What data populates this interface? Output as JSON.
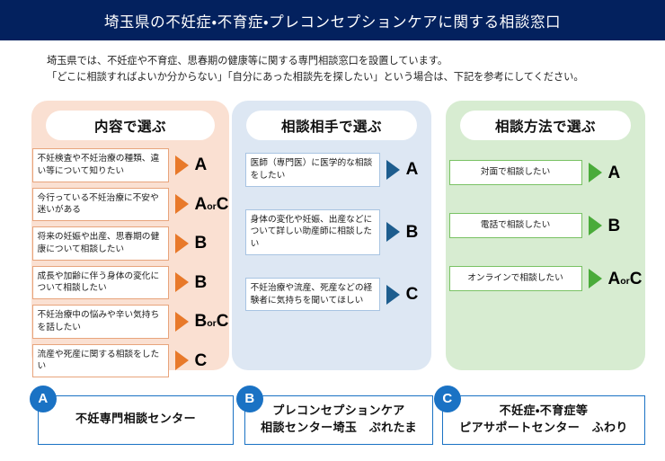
{
  "header": {
    "title": "埼玉県の不妊症・不育症・プレコンセプションケアに関する相談窓口",
    "background_color": "#03215e"
  },
  "intro": {
    "line1": "埼玉県では、不妊症や不育症、思春期の健康等に関する専門相談窓口を設置しています。",
    "line2": "「どこに相談すればよいか分からない」「自分にあった相談先を探したい」という場合は、下記を参考にしてください。"
  },
  "columns": [
    {
      "id": "content",
      "heading": "内容で選ぶ",
      "panel_color": "#fae0d2",
      "accent_color": "#e8792a",
      "border_color": "#e8a47c",
      "items": [
        {
          "text": "不妊検査や不妊治療の種類、違い等について知りたい",
          "route": "A",
          "route_main": "A",
          "route_or": "",
          "route_second": ""
        },
        {
          "text": "今行っている不妊治療に不安や迷いがある",
          "route": "AorC",
          "route_main": "A",
          "route_or": "or",
          "route_second": "C"
        },
        {
          "text": "将来の妊娠や出産、思春期の健康について相談したい",
          "route": "B",
          "route_main": "B",
          "route_or": "",
          "route_second": ""
        },
        {
          "text": "成長や加齢に伴う身体の変化について相談したい",
          "route": "B",
          "route_main": "B",
          "route_or": "",
          "route_second": ""
        },
        {
          "text": "不妊治療中の悩みや辛い気持ちを話したい",
          "route": "BorC",
          "route_main": "B",
          "route_or": "or",
          "route_second": "C"
        },
        {
          "text": "流産や死産に関する相談をしたい",
          "route": "C",
          "route_main": "C",
          "route_or": "",
          "route_second": ""
        }
      ]
    },
    {
      "id": "partner",
      "heading": "相談相手で選ぶ",
      "panel_color": "#dde7f3",
      "accent_color": "#1d5d8e",
      "border_color": "#a8c4e2",
      "items": [
        {
          "text": "医師（専門医）に医学的な相談をしたい",
          "route": "A",
          "route_main": "A",
          "route_or": "",
          "route_second": ""
        },
        {
          "text": "身体の変化や妊娠、出産などについて詳しい助産師に相談したい",
          "route": "B",
          "route_main": "B",
          "route_or": "",
          "route_second": ""
        },
        {
          "text": "不妊治療や流産、死産などの経験者に気持ちを聞いてほしい",
          "route": "C",
          "route_main": "C",
          "route_or": "",
          "route_second": ""
        }
      ]
    },
    {
      "id": "method",
      "heading": "相談方法で選ぶ",
      "panel_color": "#d7ecd1",
      "accent_color": "#4aab3a",
      "border_color": "#79c264",
      "items": [
        {
          "text": "対面で相談したい",
          "route": "A",
          "route_main": "A",
          "route_or": "",
          "route_second": ""
        },
        {
          "text": "電話で相談したい",
          "route": "B",
          "route_main": "B",
          "route_or": "",
          "route_second": ""
        },
        {
          "text": "オンラインで相談したい",
          "route": "AorC",
          "route_main": "A",
          "route_or": "or",
          "route_second": "C"
        }
      ]
    }
  ],
  "results": [
    {
      "badge": "A",
      "line1": "不妊専門相談センター",
      "line2": ""
    },
    {
      "badge": "B",
      "line1": "プレコンセプションケア",
      "line2": "相談センター埼玉　ぷれたま"
    },
    {
      "badge": "C",
      "line1": "不妊症・不育症等",
      "line2": "ピアサポートセンター　ふわり"
    }
  ],
  "badge_color": "#1a72c4"
}
